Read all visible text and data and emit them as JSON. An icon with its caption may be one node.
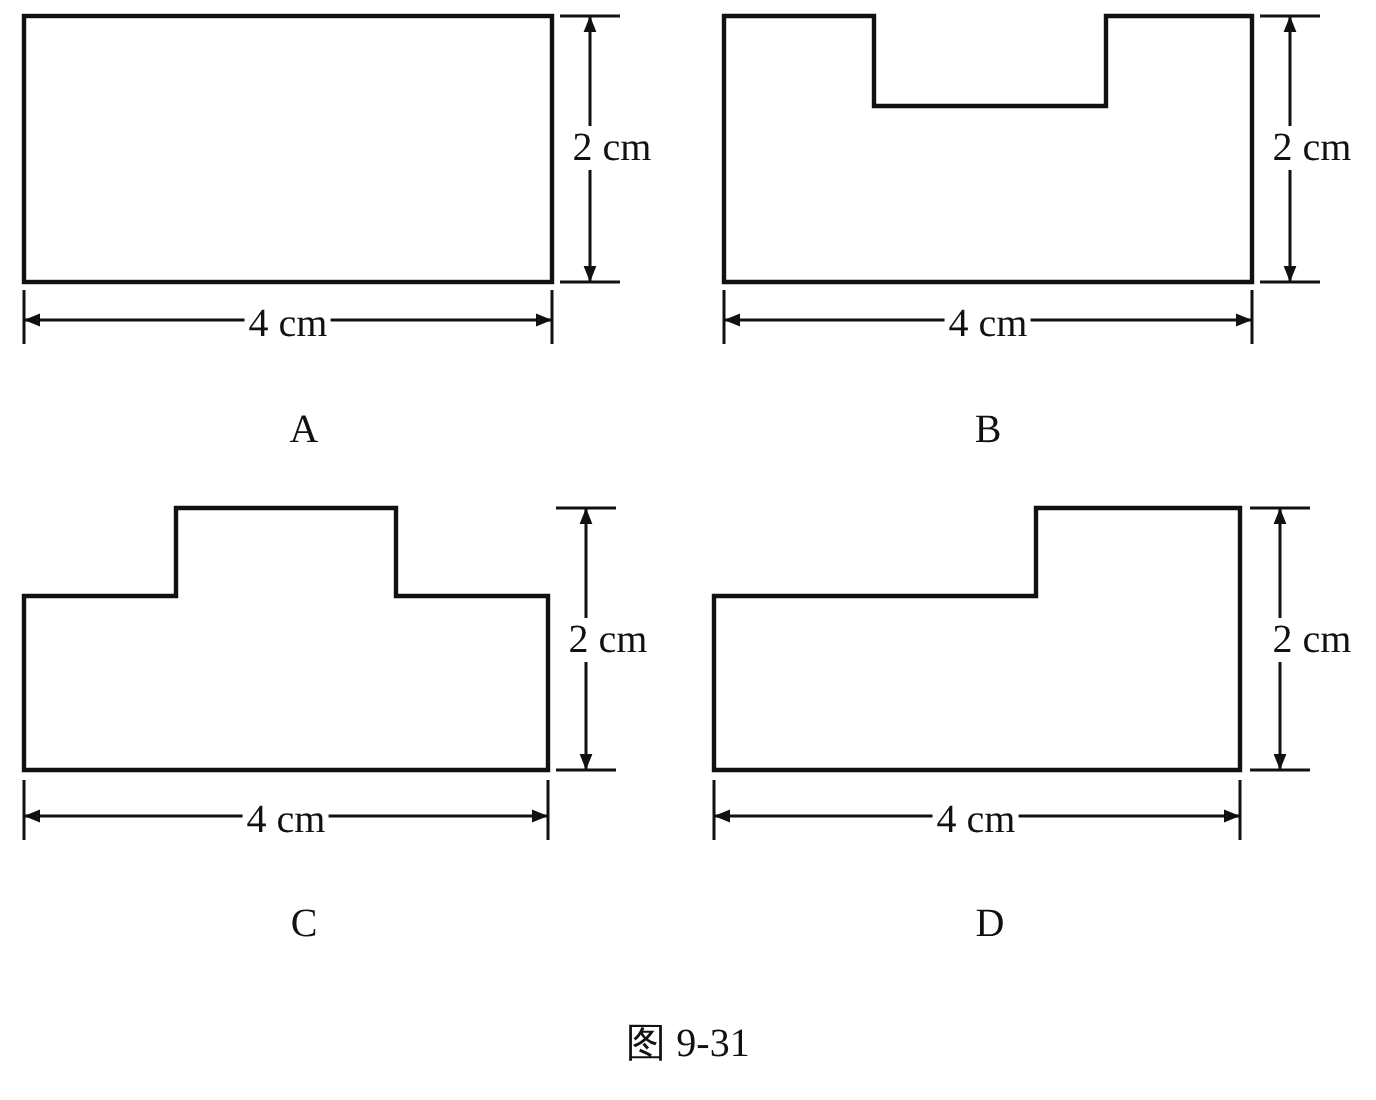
{
  "diagram": {
    "caption": "图 9-31",
    "nodes": [
      {
        "text": [],
        "shape": "box",
        "beside": [
          "2 cm",
          "4 cm",
          "A"
        ]
      },
      {
        "text": [],
        "shape": "polygon",
        "beside": [
          "2 cm",
          "4 cm",
          "B"
        ]
      },
      {
        "text": [],
        "shape": "polygon",
        "beside": [
          "2 cm",
          "4 cm",
          "C"
        ]
      },
      {
        "text": [],
        "shape": "polygon",
        "beside": [
          "2 cm",
          "4 cm",
          "D"
        ]
      }
    ]
  }
}
